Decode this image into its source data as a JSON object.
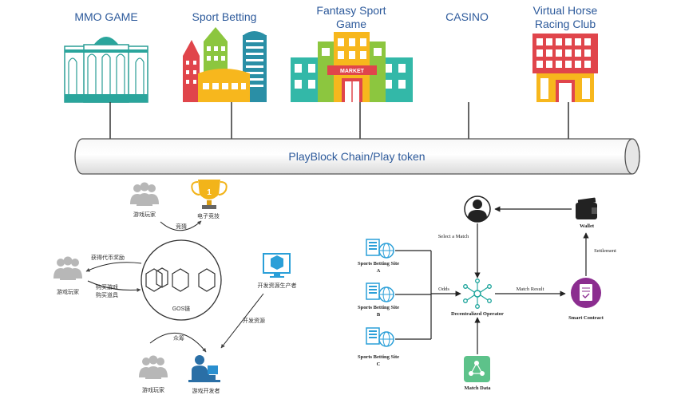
{
  "buildings": [
    {
      "id": "mmo",
      "label_lines": [
        "MMO GAME"
      ]
    },
    {
      "id": "sport",
      "label_lines": [
        "Sport Betting"
      ]
    },
    {
      "id": "fantasy",
      "label_lines": [
        "Fantasy Sport",
        "Game"
      ],
      "sign": "MARKET"
    },
    {
      "id": "casino",
      "label_lines": [
        "CASINO"
      ]
    },
    {
      "id": "horse",
      "label_lines": [
        "Virtual Horse",
        "Racing Club"
      ]
    }
  ],
  "chain_label": "PlayBlock Chain/Play token",
  "left_diagram": {
    "players_top": "游戏玩家",
    "trophy_label": "电子竞技",
    "arrow_top": "竞猜",
    "players_left": "游戏玩家",
    "reward_label": "获得代币奖励",
    "buy_label_1": "购买游戏",
    "buy_label_2": "购买道具",
    "center_label": "GOS链",
    "dev_box_label": "开发资源生产者",
    "dev_resource": "开发资源",
    "crowdfund": "众筹",
    "players_bottom": "游戏玩家",
    "developer_label": "游戏开发者"
  },
  "right_diagram": {
    "select_match": "Select a Match",
    "odds": "Odds",
    "operator": "Decentralized Operator",
    "match_result": "Match Result",
    "smart_contract": "Smart Contract",
    "settlement": "Settlement",
    "wallet": "Wallet",
    "match_data": "Match Data",
    "sites": [
      {
        "l1": "Sports Betting Site",
        "l2": "A"
      },
      {
        "l1": "Sports Betting Site",
        "l2": "B"
      },
      {
        "l1": "Sports Betting Site",
        "l2": "C"
      }
    ]
  },
  "colors": {
    "label_blue": "#2d5a9b",
    "teal": "#1aa39a",
    "purple": "#8b2d8f",
    "green": "#5dc28a",
    "site_blue": "#2a9fd8"
  }
}
